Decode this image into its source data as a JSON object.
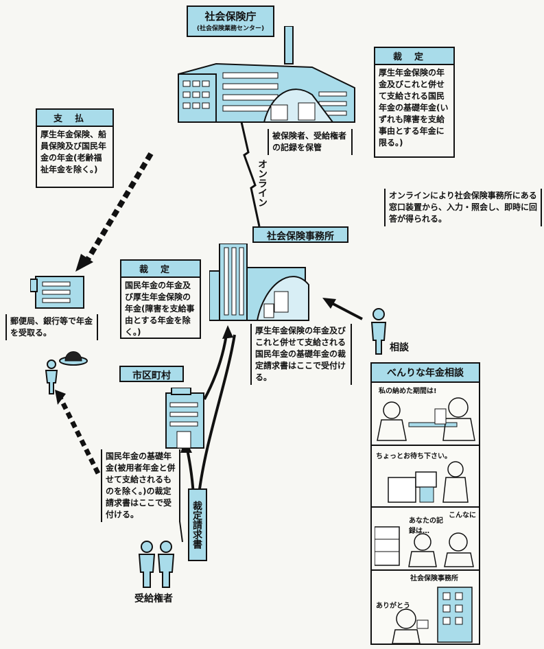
{
  "hq": {
    "title": "社会保険庁",
    "subtitle": "(社会保険業務センター)"
  },
  "hq_note": "被保険者、受給権者の記録を保管",
  "online_label": "オンライン",
  "kyotei_top": {
    "header": "裁定",
    "body": "厚生年金保険の年金及びこれと併せて支給される国民年金の基礎年金(いずれも障害を支給事由とする年金に限る。)"
  },
  "shiharai": {
    "header": "支払",
    "body": "厚生年金保険、船員保険及び国民年金の年金(老齢福祉年金を除く。)"
  },
  "online_note": "オンラインにより社会保険事務所にある窓口装置から、入力・照会し、即時に回答が得られる。",
  "office": {
    "title": "社会保険事務所"
  },
  "kyotei_mid": {
    "header": "裁定",
    "body": "国民年金の年金及び厚生年金保険の年金(障害を支給事由とする年金を除く。)"
  },
  "office_note": "厚生年金保険の年金及びこれと併せて支給される国民年金の基礎年金の裁定請求書はここで受付ける。",
  "consult_label": "相談",
  "bank_note": "郵便局、銀行等で年金を受取る。",
  "city": {
    "title": "市区町村"
  },
  "city_note": "国民年金の基礎年金(被用者年金と併せて支給されるものを除く。)の裁定請求書はここで受付ける。",
  "claim_form": "裁定請求書",
  "recipients": "受給権者",
  "comic": {
    "title": "べんりな年金相談",
    "panel1": "私の納めた期間は!",
    "panel2": "ちょっとお待ち下さい。",
    "panel3": "あなたの記録は…",
    "panel3b": "こんなに",
    "panel4_sign": "社会保険事務所",
    "panel4": "ありがとう"
  },
  "colors": {
    "accent": "#a9dcea",
    "ink": "#111111",
    "paper": "#f7f7f3"
  }
}
